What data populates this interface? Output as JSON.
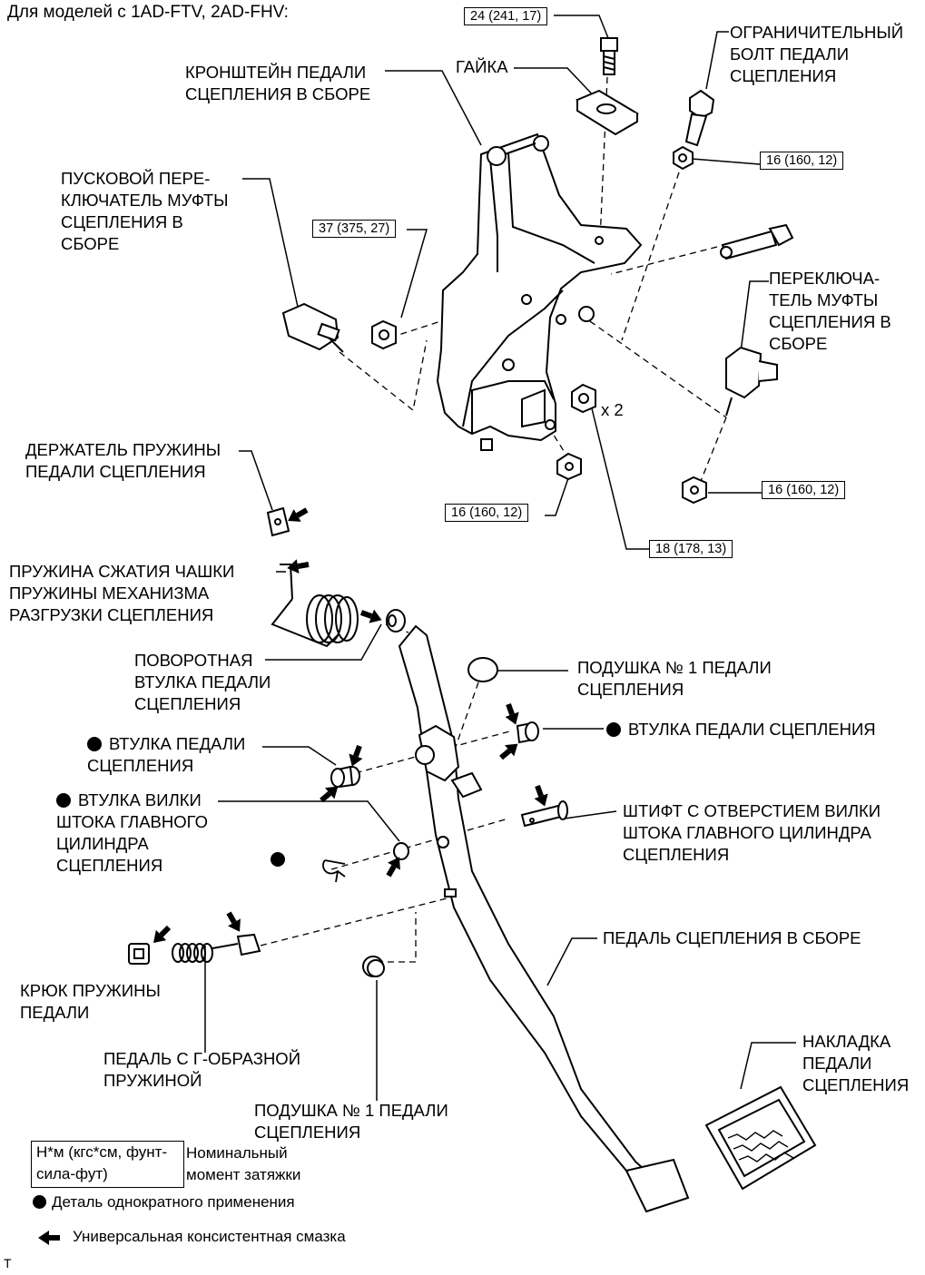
{
  "title": "Для моделей с 1AD-FTV, 2AD-FHV:",
  "labels": {
    "bracket": "КРОНШТЕЙН ПЕДАЛИ\nСЦЕПЛЕНИЯ В СБОРЕ",
    "nut": "ГАЙКА",
    "stop_bolt": "ОГРАНИЧИТЕЛЬНЫЙ\nБОЛТ ПЕДАЛИ\nСЦЕПЛЕНИЯ",
    "start_switch": "ПУСКОВОЙ ПЕРЕ-\nКЛЮЧАТЕЛЬ МУФТЫ\nСЦЕПЛЕНИЯ В\nСБОРЕ",
    "clutch_switch": "ПЕРЕКЛЮЧА-\nТЕЛЬ МУФТЫ\nСЦЕПЛЕНИЯ В\nСБОРЕ",
    "spring_holder": "ДЕРЖАТЕЛЬ ПРУЖИНЫ\nПЕДАЛИ СЦЕПЛЕНИЯ",
    "spring": "ПРУЖИНА СЖАТИЯ ЧАШКИ\nПРУЖИНЫ МЕХАНИЗМА\nРАЗГРУЗКИ СЦЕПЛЕНИЯ",
    "turn_bushing": "ПОВОРОТНАЯ\nВТУЛКА ПЕДАЛИ\nСЦЕПЛЕНИЯ",
    "cushion_top": "ПОДУШКА № 1 ПЕДАЛИ\nСЦЕПЛЕНИЯ",
    "bushing_right": "ВТУЛКА ПЕДАЛИ СЦЕПЛЕНИЯ",
    "bushing_left": "ВТУЛКА ПЕДАЛИ\nСЦЕПЛЕНИЯ",
    "clevis_bushing": "ВТУЛКА ВИЛКИ\nШТОКА ГЛАВНОГО\nЦИЛИНДРА\nСЦЕПЛЕНИЯ",
    "clevis_pin": "ШТИФТ С ОТВЕРСТИЕМ ВИЛКИ\nШТОКА ГЛАВНОГО ЦИЛИНДРА\nСЦЕПЛЕНИЯ",
    "pedal_assy": "ПЕДАЛЬ СЦЕПЛЕНИЯ В СБОРЕ",
    "spring_hook": "КРЮК ПРУЖИНЫ\nПЕДАЛИ",
    "turnover_spring": "ПЕДАЛЬ С Г-ОБРАЗНОЙ\nПРУЖИНОЙ",
    "pedal_pad": "НАКЛАДКА\nПЕДАЛИ\nСЦЕПЛЕНИЯ",
    "cushion_bottom": "ПОДУШКА № 1 ПЕДАЛИ\nСЦЕПЛЕНИЯ",
    "x2": "x 2"
  },
  "torques": {
    "t24": "24 (241, 17)",
    "t16a": "16 (160, 12)",
    "t37": "37 (375, 27)",
    "t16b": "16 (160, 12)",
    "t16c": "16 (160, 12)",
    "t18": "18 (178, 13)"
  },
  "legend": {
    "unit_box": "Н*м (кгс*см,\nфунт-сила-фут)",
    "unit_desc": "Номинальный\nмомент затяжки",
    "single_use": "Деталь однократного применения",
    "grease": "Универсальная консистентная смазка"
  },
  "corner_mark": "T"
}
